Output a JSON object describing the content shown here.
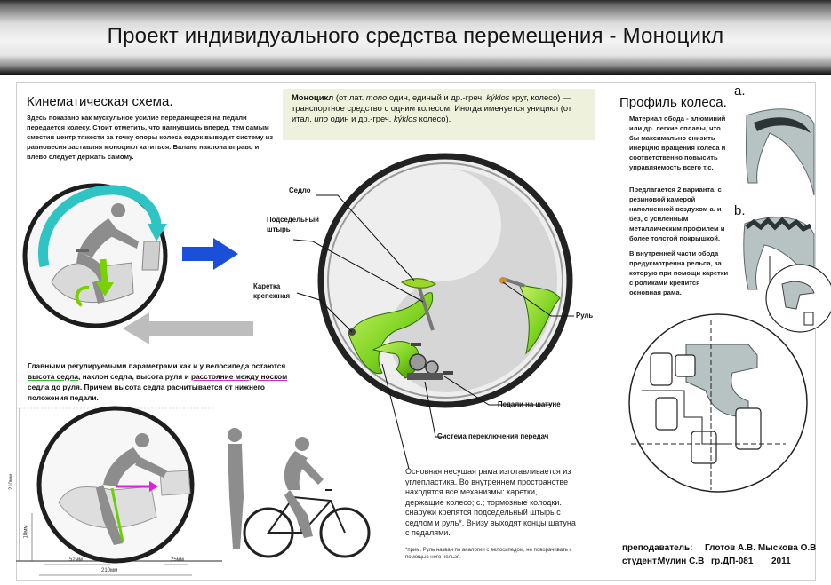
{
  "title": "Проект индивидуального средства перемещения - Моноцикл",
  "kinematics": {
    "heading": "Кинематическая схема.",
    "body": "Здесь показано как мускульное усилие передающееся на педали передается колесу. Стоит отметить, что нагнувшись вперед, тем самым сместив центр тяжести за точку опоры колеса ездок выводит систему из равновесия заставляя моноцикл катиться. Баланс наклона вправо и влево следует держать самому."
  },
  "definition": {
    "term": "Моноцикл",
    "p1": " (от лат. ",
    "mono": "mono",
    "p2": " один, единый и др.-греч. ",
    "kyklos": "kýklos",
    "p3": " круг, колесо) — транспортное средство с одним колесом. Иногда именуется уницикл (от итал. ",
    "uno": "uno",
    "p4": " один и др.-греч. ",
    "kyklos2": "kýklos",
    "p5": " колесо)."
  },
  "parameters": {
    "p1": "Главными регулируемыми параметрами как и у велосипеда остаются ",
    "u1": "высота седла",
    "p2": ", наклон седла, высота руля и ",
    "u2": "расстояние между носком седла до руля",
    "p3": ". Причем высота седла расчитывается от нижнего положения педали."
  },
  "parts": {
    "saddle": "Седло",
    "seatpost_1": "Подседельный",
    "seatpost_2": "штырь",
    "carriage_1": "Каретка",
    "carriage_2": "крепежная",
    "handlebar": "Руль",
    "pedals": "Педали на шатуне",
    "gears": "Система переключения передач"
  },
  "frame_description": "Основная несущая рама изготавливается из углепластика. Во внутреннем пространстве находятся все механизмы: каретки, держащие колесо; с.; тормозные колодки. снаружи крепятся подседельный штырь с седлом и руль*. Внизу выходят концы шатуна с педалями.",
  "footnote": "*прим. Руль назван по аналогии с велосипедом, но поворачивать с помощью него нельзя.",
  "dimensions": {
    "height": "210мм",
    "inner": "52мм",
    "gap": "25мм",
    "width": "210мм",
    "pedal": "18мм"
  },
  "profile": {
    "heading": "Профиль колеса.",
    "body_1": "Материал обода - алюминий или др. легкие сплавы, что бы максимально снизить инерцию вращения колеса и соответственно повысить управляемость всего т.с.",
    "body_2": "Предлагается 2 варианта, с резиновой камерой наполненной воздухом а. и без, с усиленным металлическим профилем и более толстой покрышкой.",
    "body_3": "В внутренней части обода предусмотренна рельса, за которую при помощи каретки с роликами крепится основная рама.",
    "label_a": "a.",
    "label_b": "b."
  },
  "credits": {
    "teacher_label": "преподаватель:",
    "teacher_names": "Глотов А.В.   Мыскова О.В",
    "student_label": "студент:",
    "student_name": "Мулин С.В",
    "group": "гр.ДП-081",
    "year": "2011"
  },
  "colors": {
    "frame_green": "#7ed321",
    "arrow_blue": "#1a4fd8",
    "arrow_cyan": "#2ec4c4",
    "arrow_green": "#78d200",
    "measure_pink": "#e020e0",
    "definition_bg": "#eef2dc"
  }
}
